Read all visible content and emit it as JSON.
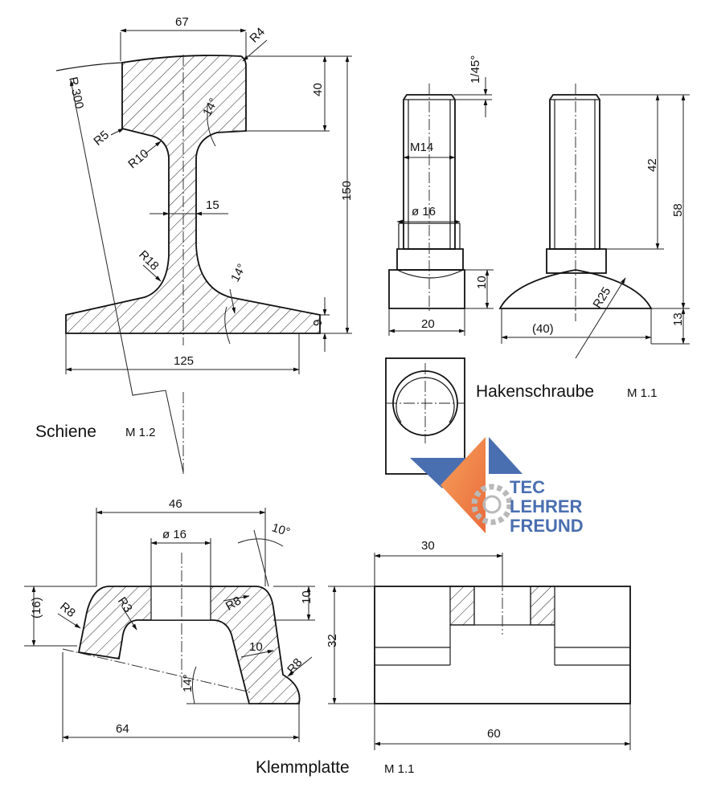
{
  "schiene": {
    "title": "Schiene",
    "scale": "M 1.2",
    "dims": {
      "width_top": "67",
      "radius_corner": "R4",
      "radius_large": "R 300",
      "radius_r5": "R5",
      "radius_r10": "R10",
      "angle_top": "14°",
      "head_height": "40",
      "total_height": "150",
      "web": "15",
      "radius_r18": "R18",
      "angle_bottom": "14°",
      "base_edge": "9",
      "base_width": "125"
    }
  },
  "hakenschraube": {
    "title": "Hakenschraube",
    "scale": "M 1.1",
    "dims": {
      "chamfer": "1/45°",
      "thread": "M14",
      "shaft_dia": "ø 16",
      "head_height": "10",
      "head_width": "20",
      "thread_length": "42",
      "shaft_length": "58",
      "radius": "R25",
      "dome_width": "(40)",
      "dome_height": "13"
    }
  },
  "klemmplatte": {
    "title": "Klemmplatte",
    "scale": "M 1.1",
    "dims": {
      "top_width": "46",
      "hole_dia": "ø 16",
      "angle_10": "10°",
      "height_16": "(16)",
      "radius_r8_left": "R8",
      "radius_r3": "R3",
      "radius_r8_inner": "R8",
      "height_10": "10",
      "wall_10": "10",
      "radius_r8_right": "R8",
      "angle_14": "14°",
      "total_width": "64",
      "slot_width": "30",
      "total_height": "32",
      "side_width": "60"
    }
  },
  "logo": {
    "line1": "TEC",
    "line2": "LEHRER",
    "line3": "FREUND"
  },
  "colors": {
    "logo_blue": "#4a6fb0",
    "logo_orange": "#ef8a4a",
    "logo_gear": "#b9b9b9"
  }
}
